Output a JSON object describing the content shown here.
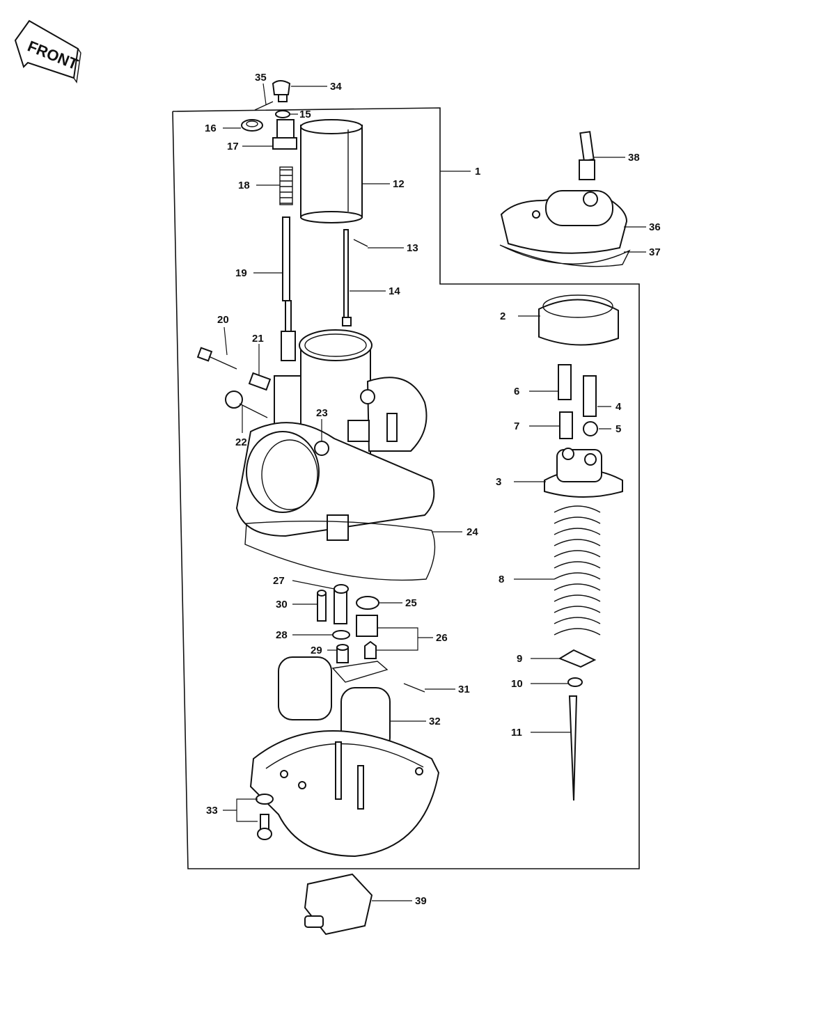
{
  "front_label": "FRONT",
  "callouts": [
    {
      "id": "1",
      "text": "1"
    },
    {
      "id": "2",
      "text": "2"
    },
    {
      "id": "3",
      "text": "3"
    },
    {
      "id": "4",
      "text": "4"
    },
    {
      "id": "5",
      "text": "5"
    },
    {
      "id": "6",
      "text": "6"
    },
    {
      "id": "7",
      "text": "7"
    },
    {
      "id": "8",
      "text": "8"
    },
    {
      "id": "9",
      "text": "9"
    },
    {
      "id": "10",
      "text": "10"
    },
    {
      "id": "11",
      "text": "11"
    },
    {
      "id": "12",
      "text": "12"
    },
    {
      "id": "13",
      "text": "13"
    },
    {
      "id": "14",
      "text": "14"
    },
    {
      "id": "15",
      "text": "15"
    },
    {
      "id": "16",
      "text": "16"
    },
    {
      "id": "17",
      "text": "17"
    },
    {
      "id": "18",
      "text": "18"
    },
    {
      "id": "19",
      "text": "19"
    },
    {
      "id": "20",
      "text": "20"
    },
    {
      "id": "21",
      "text": "21"
    },
    {
      "id": "22",
      "text": "22"
    },
    {
      "id": "23",
      "text": "23"
    },
    {
      "id": "24",
      "text": "24"
    },
    {
      "id": "25",
      "text": "25"
    },
    {
      "id": "26",
      "text": "26"
    },
    {
      "id": "27",
      "text": "27"
    },
    {
      "id": "28",
      "text": "28"
    },
    {
      "id": "29",
      "text": "29"
    },
    {
      "id": "30",
      "text": "30"
    },
    {
      "id": "31",
      "text": "31"
    },
    {
      "id": "32",
      "text": "32"
    },
    {
      "id": "33",
      "text": "33"
    },
    {
      "id": "34",
      "text": "34"
    },
    {
      "id": "35",
      "text": "35"
    },
    {
      "id": "36",
      "text": "36"
    },
    {
      "id": "37",
      "text": "37"
    },
    {
      "id": "38",
      "text": "38"
    },
    {
      "id": "39",
      "text": "39"
    }
  ]
}
